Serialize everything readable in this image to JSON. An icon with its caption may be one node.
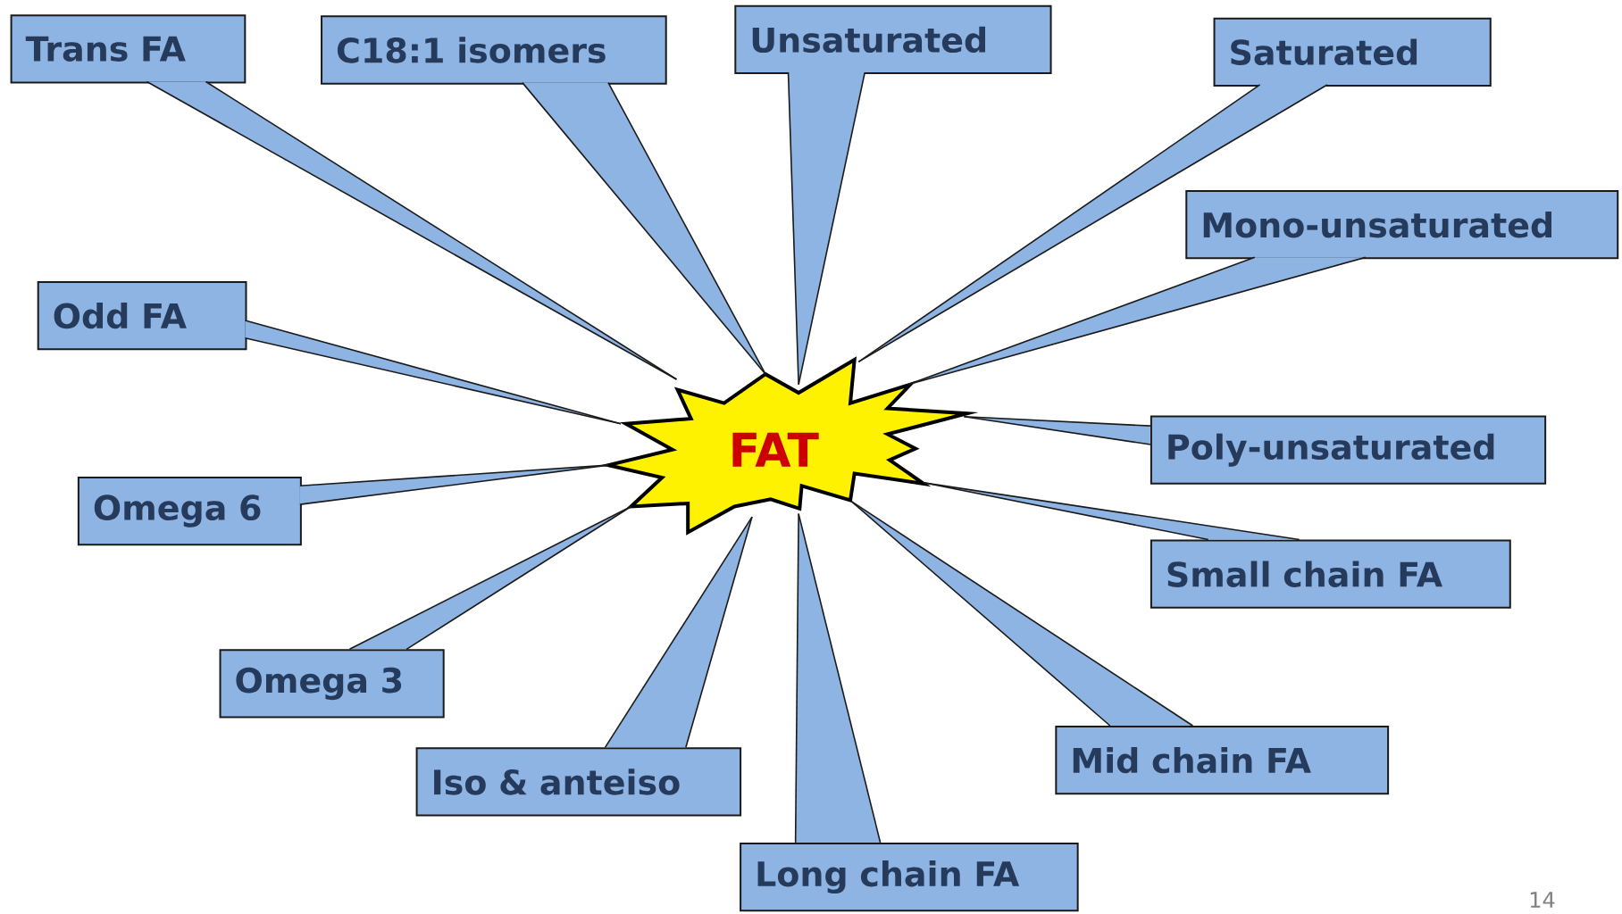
{
  "diagram": {
    "nodes": [
      {
        "text": [
          "FAT"
        ]
      },
      {
        "text": [
          "Trans FA"
        ]
      },
      {
        "text": [
          "C18:1 isomers"
        ]
      },
      {
        "text": [
          "Unsaturated"
        ]
      },
      {
        "text": [
          "Saturated"
        ]
      },
      {
        "text": [
          "Mono-unsaturated"
        ]
      },
      {
        "text": [
          "Odd FA"
        ]
      },
      {
        "text": [
          "Poly-unsaturated"
        ]
      },
      {
        "text": [
          "Omega 6"
        ]
      },
      {
        "text": [
          "Small chain FA"
        ]
      },
      {
        "text": [
          "Omega 3"
        ]
      },
      {
        "text": [
          "Mid chain FA"
        ]
      },
      {
        "text": [
          "Iso & anteiso"
        ]
      },
      {
        "text": [
          "Long chain FA"
        ]
      }
    ],
    "edges": [
      {
        "from": 1,
        "to": 0,
        "arrow": "none"
      },
      {
        "from": 2,
        "to": 0,
        "arrow": "none"
      },
      {
        "from": 3,
        "to": 0,
        "arrow": "none"
      },
      {
        "from": 4,
        "to": 0,
        "arrow": "none"
      },
      {
        "from": 5,
        "to": 0,
        "arrow": "none"
      },
      {
        "from": 6,
        "to": 0,
        "arrow": "none"
      },
      {
        "from": 7,
        "to": 0,
        "arrow": "none"
      },
      {
        "from": 8,
        "to": 0,
        "arrow": "none"
      },
      {
        "from": 9,
        "to": 0,
        "arrow": "none"
      },
      {
        "from": 10,
        "to": 0,
        "arrow": "none"
      },
      {
        "from": 11,
        "to": 0,
        "arrow": "none"
      },
      {
        "from": 12,
        "to": 0,
        "arrow": "none"
      },
      {
        "from": 13,
        "to": 0,
        "arrow": "none"
      }
    ],
    "labels": [
      "14"
    ]
  }
}
